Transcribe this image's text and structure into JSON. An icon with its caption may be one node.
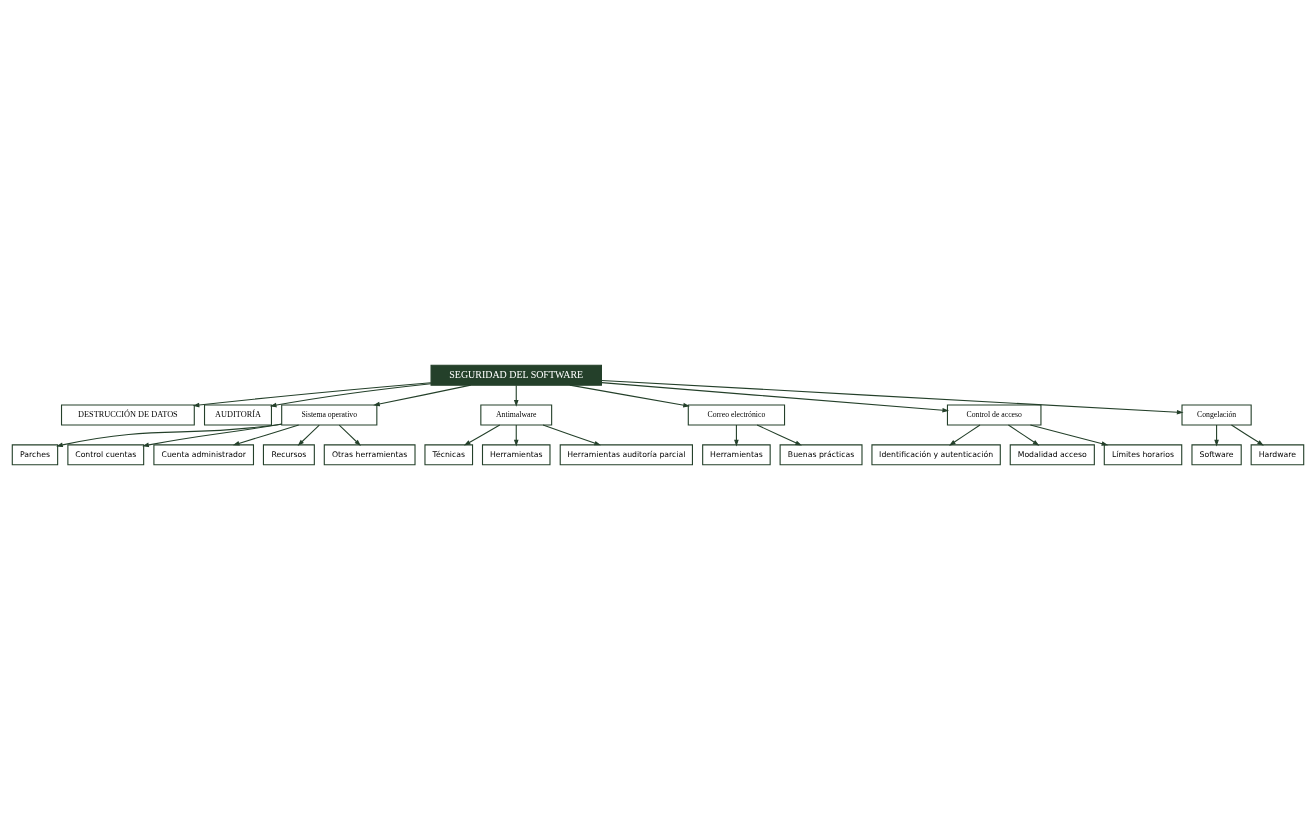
{
  "diagram": {
    "nodes": [
      {
        "text": [
          "SEGURIDAD DEL SOFTWARE"
        ]
      },
      {
        "text": [
          "DESTRUCCIÓN DE DATOS"
        ]
      },
      {
        "text": [
          "AUDITORÍA"
        ]
      },
      {
        "text": [
          "Sistema operativo"
        ]
      },
      {
        "text": [
          "Antimalware"
        ]
      },
      {
        "text": [
          "Correo electrónico"
        ]
      },
      {
        "text": [
          "Parches"
        ]
      },
      {
        "text": [
          "Control cuentas"
        ]
      },
      {
        "text": [
          "Cuenta administrador"
        ]
      },
      {
        "text": [
          "Recursos"
        ]
      },
      {
        "text": [
          "Otras herramientas"
        ]
      },
      {
        "text": [
          "Técnicas"
        ]
      },
      {
        "text": [
          "Herramientas"
        ]
      },
      {
        "text": [
          "Herramientas auditoría parcial"
        ]
      },
      {
        "text": [
          "Herramientas"
        ]
      },
      {
        "text": [
          "Buenas prácticas"
        ]
      },
      {
        "text": [
          "Control de acceso"
        ]
      },
      {
        "text": [
          "Congelación"
        ]
      },
      {
        "text": [
          "Identificación y autenticación"
        ]
      },
      {
        "text": [
          "Modalidad acceso"
        ]
      },
      {
        "text": [
          "Límites horarios"
        ]
      },
      {
        "text": [
          "Software"
        ]
      },
      {
        "text": [
          "Hardware"
        ]
      }
    ],
    "edges": [
      {
        "from": 0,
        "to": 1,
        "arrow": "to"
      },
      {
        "from": 0,
        "to": 2,
        "arrow": "to"
      },
      {
        "from": 0,
        "to": 3,
        "arrow": "to"
      },
      {
        "from": 0,
        "to": 4,
        "arrow": "to"
      },
      {
        "from": 0,
        "to": 16,
        "arrow": "to"
      },
      {
        "from": 0,
        "to": 5,
        "arrow": "to"
      },
      {
        "from": 0,
        "to": 17,
        "arrow": "to"
      },
      {
        "from": 3,
        "to": 6,
        "arrow": "to"
      },
      {
        "from": 3,
        "to": 7,
        "arrow": "to"
      },
      {
        "from": 3,
        "to": 8,
        "arrow": "to"
      },
      {
        "from": 3,
        "to": 9,
        "arrow": "to"
      },
      {
        "from": 3,
        "to": 10,
        "arrow": "to"
      },
      {
        "from": 4,
        "to": 11,
        "arrow": "to"
      },
      {
        "from": 4,
        "to": 12,
        "arrow": "to"
      },
      {
        "from": 4,
        "to": 13,
        "arrow": "to"
      },
      {
        "from": 5,
        "to": 14,
        "arrow": "to"
      },
      {
        "from": 5,
        "to": 15,
        "arrow": "to"
      },
      {
        "from": 16,
        "to": 18,
        "arrow": "to"
      },
      {
        "from": 16,
        "to": 19,
        "arrow": "to"
      },
      {
        "from": 16,
        "to": 20,
        "arrow": "to"
      },
      {
        "from": 17,
        "to": 21,
        "arrow": "to"
      },
      {
        "from": 17,
        "to": 22,
        "arrow": "to"
      }
    ]
  }
}
